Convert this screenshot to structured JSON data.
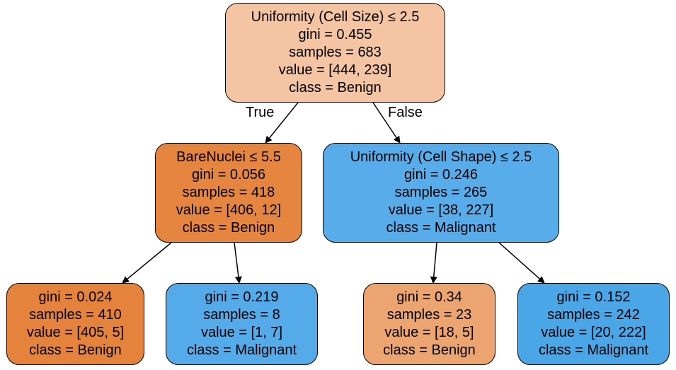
{
  "tree": {
    "root": {
      "lines": [
        "Uniformity (Cell Size) ≤ 2.5",
        "gini = 0.455",
        "samples = 683",
        "value = [444, 239]",
        "class = Benign"
      ],
      "fill": "#f4c4a3"
    },
    "left": {
      "lines": [
        "BareNuclei ≤ 5.5",
        "gini = 0.056",
        "samples = 418",
        "value = [406, 12]",
        "class = Benign"
      ],
      "fill": "#e6853f"
    },
    "right": {
      "lines": [
        "Uniformity (Cell Shape) ≤ 2.5",
        "gini = 0.246",
        "samples = 265",
        "value = [38, 227]",
        "class = Malignant"
      ],
      "fill": "#58ace9"
    },
    "left_left": {
      "lines": [
        "gini = 0.024",
        "samples = 410",
        "value = [405, 5]",
        "class = Benign"
      ],
      "fill": "#e5833c"
    },
    "left_right": {
      "lines": [
        "gini = 0.219",
        "samples = 8",
        "value = [1, 7]",
        "class = Malignant"
      ],
      "fill": "#55abe9"
    },
    "right_left": {
      "lines": [
        "gini = 0.34",
        "samples = 23",
        "value = [18, 5]",
        "class = Benign"
      ],
      "fill": "#eca470"
    },
    "right_right": {
      "lines": [
        "gini = 0.152",
        "samples = 242",
        "value = [20, 222]",
        "class = Malignant"
      ],
      "fill": "#4ba6e7"
    },
    "edge_labels": {
      "true": "True",
      "false": "False"
    }
  }
}
